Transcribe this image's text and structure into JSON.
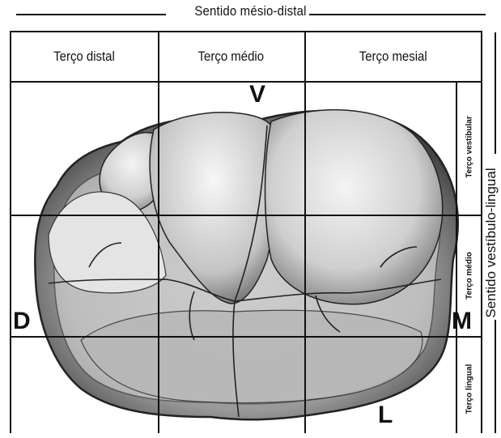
{
  "top_axis": {
    "title": "Sentido mésio-distal"
  },
  "columns": [
    {
      "label": "Terço distal"
    },
    {
      "label": "Terço médio"
    },
    {
      "label": "Terço mesial"
    }
  ],
  "rows": [
    {
      "label": "Terço vestibular"
    },
    {
      "label": "Terço médio"
    },
    {
      "label": "Terço lingual"
    }
  ],
  "side_axis": {
    "title": "Sentido vestíbulo-lingual"
  },
  "markers": {
    "vestibular": "V",
    "distal": "D",
    "mesial": "M",
    "lingual": "L"
  }
}
